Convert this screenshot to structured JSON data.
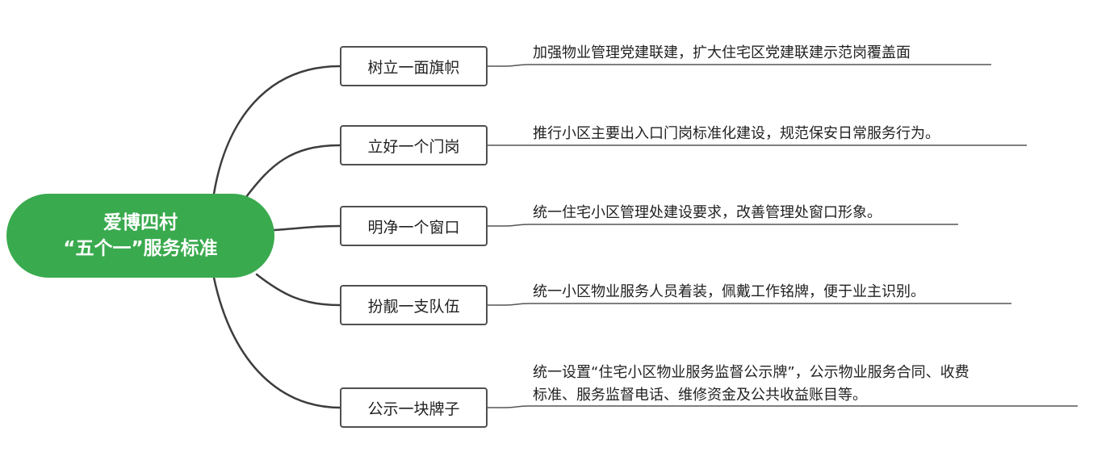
{
  "root": {
    "line1": "爱博四村",
    "line2": "“五个一”服务标准",
    "color": "#3aaa4e"
  },
  "branches": [
    {
      "label": "树立一面旗帜",
      "detail": [
        "加强物业管理党建联建，扩大住宅区党建联建示范岗覆盖面"
      ]
    },
    {
      "label": "立好一个门岗",
      "detail": [
        "推行小区主要出入口门岗标准化建设，规范保安日常服务行为。"
      ]
    },
    {
      "label": "明净一个窗口",
      "detail": [
        "统一住宅小区管理处建设要求，改善管理处窗口形象。"
      ]
    },
    {
      "label": "扮靓一支队伍",
      "detail": [
        "统一小区物业服务人员着装，佩戴工作铭牌，便于业主识别。"
      ]
    },
    {
      "label": "公示一块牌子",
      "detail": [
        "统一设置“住宅小区物业服务监督公示牌”，公示物业服务合同、收费",
        "标准、服务监督电话、维修资金及公共收益账目等。"
      ]
    }
  ]
}
